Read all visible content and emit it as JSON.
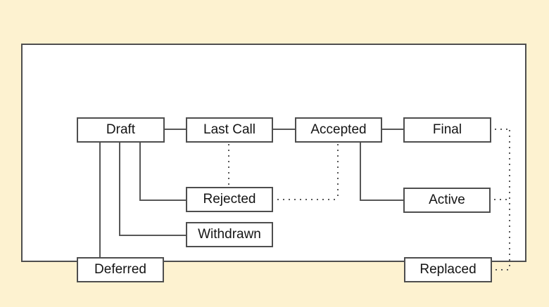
{
  "diagram": {
    "nodes": {
      "draft": "Draft",
      "last_call": "Last Call",
      "accepted": "Accepted",
      "final": "Final",
      "rejected": "Rejected",
      "active": "Active",
      "withdrawn": "Withdrawn",
      "deferred": "Deferred",
      "replaced": "Replaced"
    },
    "edges": [
      {
        "from": "Draft",
        "to": "Last Call",
        "style": "solid"
      },
      {
        "from": "Last Call",
        "to": "Accepted",
        "style": "solid"
      },
      {
        "from": "Accepted",
        "to": "Final",
        "style": "solid"
      },
      {
        "from": "Draft",
        "to": "Rejected",
        "style": "solid"
      },
      {
        "from": "Draft",
        "to": "Withdrawn",
        "style": "solid"
      },
      {
        "from": "Draft",
        "to": "Deferred",
        "style": "solid"
      },
      {
        "from": "Accepted",
        "to": "Active",
        "style": "solid"
      },
      {
        "from": "Last Call",
        "to": "Rejected",
        "style": "dotted"
      },
      {
        "from": "Rejected",
        "to": "Accepted",
        "style": "dotted"
      },
      {
        "from": "Final",
        "to": "Replaced",
        "style": "dotted"
      },
      {
        "from": "Active",
        "to": "Replaced",
        "style": "dotted"
      }
    ],
    "colors": {
      "background": "#fdf2d0",
      "panel": "#ffffff",
      "box_border": "#4e4e4e",
      "line": "#575757",
      "text": "#141414"
    }
  }
}
